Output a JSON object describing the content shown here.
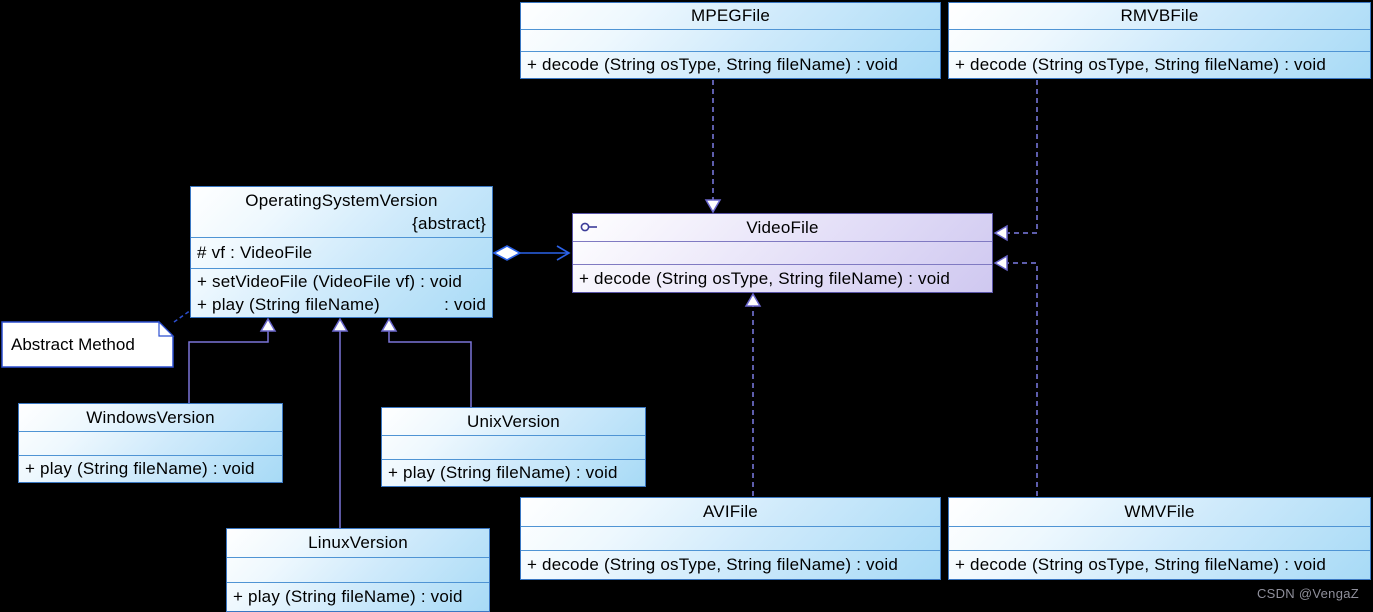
{
  "watermark": "CSDN @VengaZ",
  "colors": {
    "canvas_background": "#000000",
    "class_fill_top": "#ffffff",
    "class_fill_bottom": "#a7daf6",
    "class_border": "#3a77c2",
    "interface_fill_bottom": "#cfc8f0",
    "interface_border": "#5a55a8",
    "dependency_line": "#7c7ce6",
    "generalization_line": "#7a74d8",
    "aggregation_line": "#2b62e8",
    "note_border": "#2c4fd0",
    "watermark_color": "#8f8f9b"
  },
  "classes": {
    "mpeg_file": {
      "name": "MPEGFile",
      "operation": "+ decode (String osType, String fileName) : void"
    },
    "rmvb_file": {
      "name": "RMVBFile",
      "operation": "+ decode (String osType, String fileName) : void"
    },
    "video_file": {
      "name": "VideoFile",
      "operation": "+ decode (String osType, String fileName) : void",
      "icon": "interface-lollipop-icon"
    },
    "operating_system_version": {
      "name": "OperatingSystemVersion",
      "stereotype": "{abstract}",
      "attribute": "# vf : VideoFile",
      "op_set_video_file": "+ setVideoFile (VideoFile vf) : void",
      "op_play_left": "+ play (String fileName)",
      "op_play_right": ": void"
    },
    "windows_version": {
      "name": "WindowsVersion",
      "operation": "+ play (String fileName) : void"
    },
    "unix_version": {
      "name": "UnixVersion",
      "operation": "+ play (String fileName) : void"
    },
    "linux_version": {
      "name": "LinuxVersion",
      "operation": "+ play (String fileName) : void"
    },
    "avi_file": {
      "name": "AVIFile",
      "operation": "+ decode (String osType, String fileName) : void"
    },
    "wmv_file": {
      "name": "WMVFile",
      "operation": "+ decode (String osType, String fileName) : void"
    }
  },
  "note": {
    "text": "Abstract Method"
  },
  "relationships": [
    {
      "from": "MPEGFile",
      "to": "VideoFile",
      "type": "dashed-hollow-triangle"
    },
    {
      "from": "RMVBFile",
      "to": "VideoFile",
      "type": "dashed-hollow-triangle"
    },
    {
      "from": "AVIFile",
      "to": "VideoFile",
      "type": "dashed-hollow-triangle"
    },
    {
      "from": "WMVFile",
      "to": "VideoFile",
      "type": "dashed-hollow-triangle"
    },
    {
      "from": "OperatingSystemVersion",
      "to": "VideoFile",
      "type": "aggregation-open-arrow"
    },
    {
      "from": "WindowsVersion",
      "to": "OperatingSystemVersion",
      "type": "generalization"
    },
    {
      "from": "LinuxVersion",
      "to": "OperatingSystemVersion",
      "type": "generalization"
    },
    {
      "from": "UnixVersion",
      "to": "OperatingSystemVersion",
      "type": "generalization"
    },
    {
      "from": "note-abstract-method",
      "to": "OperatingSystemVersion",
      "type": "note-anchor-dashed"
    }
  ]
}
